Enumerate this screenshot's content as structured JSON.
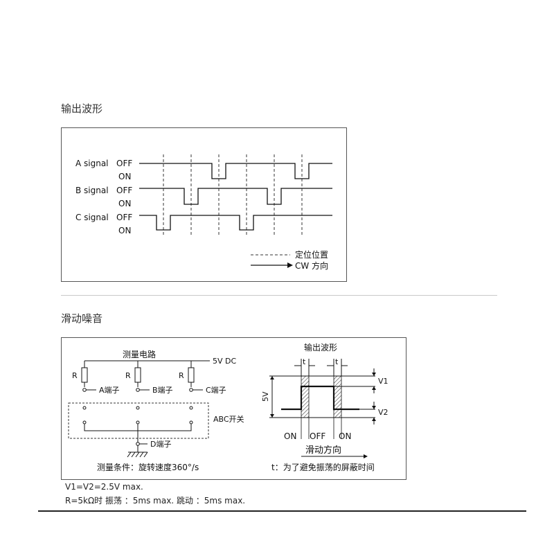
{
  "section1": {
    "title": "输出波形",
    "signals": [
      {
        "name": "A signal",
        "off": "OFF",
        "on": "ON"
      },
      {
        "name": "B signal",
        "off": "OFF",
        "on": "ON"
      },
      {
        "name": "C signal",
        "off": "OFF",
        "on": "ON"
      }
    ],
    "legend": {
      "dashed": "定位位置",
      "arrow": "CW 方向"
    }
  },
  "section2": {
    "title": "滑动噪音",
    "circuit": {
      "title": "测量电路",
      "supply": "5V DC",
      "resistor": "R",
      "terminals": [
        "A端子",
        "B端子",
        "C端子"
      ],
      "switch": "ABC开关",
      "ground_terminal": "D端子",
      "condition": "测量条件：旋转速度360°/s"
    },
    "waveform": {
      "title": "输出波形",
      "t_label": "t",
      "v_axis": "5V",
      "v1": "V1",
      "v2": "V2",
      "states": [
        "ON",
        "OFF",
        "ON"
      ],
      "direction": "滑动方向",
      "caption": "t：为了避免振荡的屏蔽时间"
    }
  },
  "notes": {
    "line1": "V1=V2=2.5V max.",
    "line2": "R=5kΩ时 振荡 ：5ms max. 跳动 ：5ms max."
  }
}
